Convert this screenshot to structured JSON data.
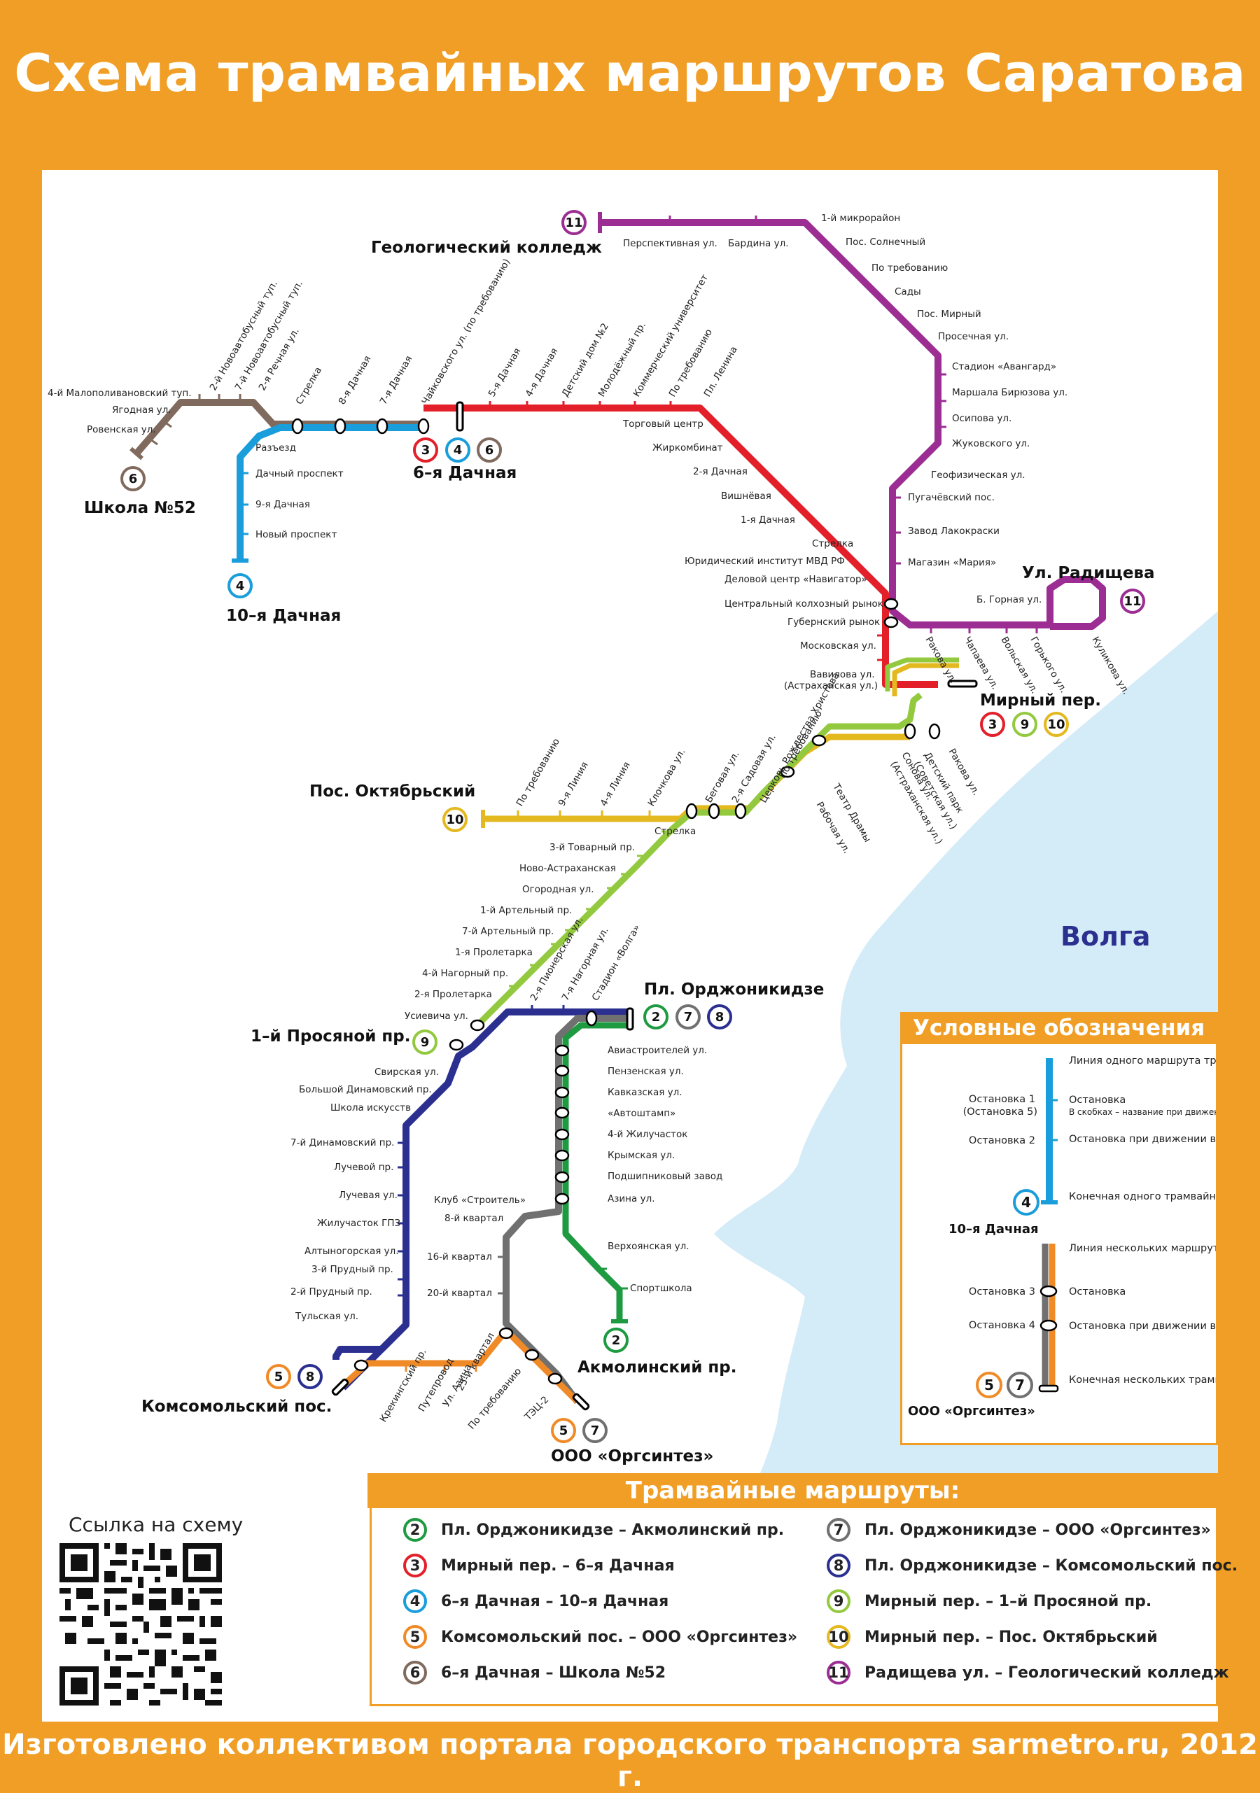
{
  "title": "Схема трамвайных маршрутов Саратова",
  "footer": "Изготовлено коллективом портала городского транспорта sarmetro.ru, 2012 г.",
  "qr_caption": "Ссылка на схему",
  "river_label": "Волга",
  "colors": {
    "route2": "#1e9a40",
    "route3": "#e3202a",
    "route4": "#1a9ddb",
    "route5": "#f08a26",
    "route6": "#7f6a5d",
    "route7": "#707070",
    "route8": "#2b2f8f",
    "route9": "#93c93e",
    "route10": "#e4b81f",
    "route11": "#9b2d93",
    "background": "#f09e25",
    "river": "#d4ebf8"
  },
  "terminals": {
    "geologicheskiy": "Геологический колледж",
    "shkola52": "Школа №52",
    "dachnaya6": "6–я Дачная",
    "dachnaya10": "10–я Дачная",
    "radishcheva": "Ул. Радищева",
    "mirny": "Мирный пер.",
    "oktyabrsky": "Пос. Октябрьский",
    "ordzhonikidze": "Пл. Орджоникидзе",
    "prosyanoy": "1–й Просяной пр.",
    "akmolinsky": "Акмолинский пр.",
    "komsomolsky": "Комсомольский пос.",
    "orgsintez": "ООО «Оргсинтез»"
  },
  "stops": {
    "r11_top": [
      "Перспективная ул.",
      "Бардина ул."
    ],
    "r11_right": [
      "1-й микрорайон",
      "Пос. Солнечный",
      "По требованию",
      "Сады",
      "Пос. Мирный",
      "Просечная ул.",
      "Стадион «Авангард»",
      "Маршала Бирюзова ул.",
      "Осипова ул.",
      "Жуковского ул.",
      "Геофизическая ул.",
      "Пугачёвский пос.",
      "Завод Лакокраски",
      "Магазин «Мария»"
    ],
    "r11_bottom": [
      "Б. Горная ул.",
      "Ракова ул.",
      "Чапаева ул.",
      "Вольская ул.",
      "Горького ул.",
      "Куликова ул."
    ],
    "r6": [
      "4-й Малополивановский туп.",
      "Ягодная ул.",
      "Ровенская ул.",
      "2-й Новоавтобусный туп.",
      "7-й Новоавтобусный туп.",
      "2-я Речная ул."
    ],
    "r4": [
      "Разъезд",
      "Дачный проспект",
      "9-я Дачная",
      "Новый проспект"
    ],
    "upper_shared": [
      "Стрелка",
      "8-я Дачная",
      "7-я Дачная",
      "Чайковского ул. (по требованию)"
    ],
    "r3_top": [
      "5-я Дачная",
      "4-я Дачная",
      "Детский дом №2",
      "Молодёжный пр.",
      "Коммерческий университет",
      "По требованию",
      "Пл. Ленина"
    ],
    "r3_right": [
      "Торговый центр",
      "Жиркомбинат",
      "2-я Дачная",
      "Вишнёвая",
      "1-я Дачная",
      "Стрелка",
      "Юридический институт МВД РФ",
      "Деловой центр «Навигатор»",
      "Центральный колхозный рынок",
      "Губернский рынок",
      "Московская ул.",
      "Вавилова ул.",
      "(Астраханская ул.)"
    ],
    "r10_top": [
      "По требованию",
      "9-я Линия",
      "4-я Линия",
      "Клочкова ул."
    ],
    "shared_mid": [
      "Беговая ул.",
      "2-я Садовая ул.",
      "Церковь Рождества Христова",
      "По требованию",
      "Сонова ул.",
      "(Астраханская ул.)",
      "Детский парк",
      "(Советская ул.)",
      "Ракова ул.",
      "Театр Драмы",
      "Рабочая ул."
    ],
    "r9": [
      "Стрелка",
      "3-й Товарный пр.",
      "Ново-Астраханская",
      "Огородная ул.",
      "1-й Артельный пр.",
      "7-й Артельный пр.",
      "1-я Пролетарка",
      "4-й Нагорный пр.",
      "2-я Пролетарка",
      "Усиевича ул."
    ],
    "r8_top": [
      "2-я Пионерская ул.",
      "7-я Нагорная ул.",
      "Стадион «Волга»"
    ],
    "r8": [
      "Свирская ул.",
      "Большой Динамовский пр.",
      "Школа искусств",
      "7-й Динамовский пр.",
      "Лучевой пр.",
      "Лучевая ул.",
      "Жилучасток ГПЗ",
      "Алтыногорская ул.",
      "3-й Прудный пр.",
      "2-й Прудный пр.",
      "Тульская ул."
    ],
    "r2": [
      "Авиастроителей ул.",
      "Пензенская ул.",
      "Кавказская ул.",
      "«Автоштамп»",
      "4-й Жилучасток",
      "Крымская ул.",
      "Подшипниковый завод",
      "Азина ул.",
      "Верхоянская ул.",
      "Спортшкола"
    ],
    "r7": [
      "Клуб «Строитель»",
      "8-й квартал",
      "16-й квартал",
      "20-й квартал",
      "25-й квартал",
      "По требованию",
      "ТЭЦ-2"
    ],
    "r5": [
      "Крекингский пр.",
      "Путепровод",
      "Ул. Азина"
    ]
  },
  "legend": {
    "title": "Условные обозначения",
    "single_line": "Линия одного маршрута трамвая",
    "stop": "Остановка",
    "stop_note": "В скобках – название при движении в другую сторону",
    "stop_one_way": "Остановка при движении в одну сторону",
    "terminus_single": "Конечная одного трамвайного маршрута",
    "multi_line": "Линия нескольких маршрутов трамвая",
    "terminus_multi": "Конечная нескольких трамвайных маршрутов",
    "ex_stop1": "Остановка 1",
    "ex_stop1_alt": "(Остановка 5)",
    "ex_stop2": "Остановка 2",
    "ex_stop3": "Остановка 3",
    "ex_stop4": "Остановка 4",
    "ex_terminal_single": "10–я Дачная",
    "ex_terminal_multi": "ООО «Оргсинтез»",
    "ex_route_single": "4",
    "ex_route_a": "5",
    "ex_route_b": "7"
  },
  "routes_title": "Трамвайные маршруты:",
  "routes": [
    {
      "num": "2",
      "text": "Пл. Орджоникидзе – Акмолинский пр.",
      "color": "#1e9a40"
    },
    {
      "num": "3",
      "text": "Мирный пер. – 6–я Дачная",
      "color": "#e3202a"
    },
    {
      "num": "4",
      "text": "6–я Дачная – 10–я Дачная",
      "color": "#1a9ddb"
    },
    {
      "num": "5",
      "text": "Комсомольский пос. – ООО «Оргсинтез»",
      "color": "#f08a26"
    },
    {
      "num": "6",
      "text": "6–я Дачная – Школа №52",
      "color": "#7f6a5d"
    },
    {
      "num": "7",
      "text": "Пл. Орджоникидзе – ООО «Оргсинтез»",
      "color": "#707070"
    },
    {
      "num": "8",
      "text": "Пл. Орджоникидзе – Комсомольский пос.",
      "color": "#2b2f8f"
    },
    {
      "num": "9",
      "text": "Мирный пер. – 1–й Просяной пр.",
      "color": "#93c93e"
    },
    {
      "num": "10",
      "text": "Мирный пер. – Пос. Октябрьский",
      "color": "#e4b81f"
    },
    {
      "num": "11",
      "text": "Радищева ул. – Геологический колледж",
      "color": "#9b2d93"
    }
  ]
}
